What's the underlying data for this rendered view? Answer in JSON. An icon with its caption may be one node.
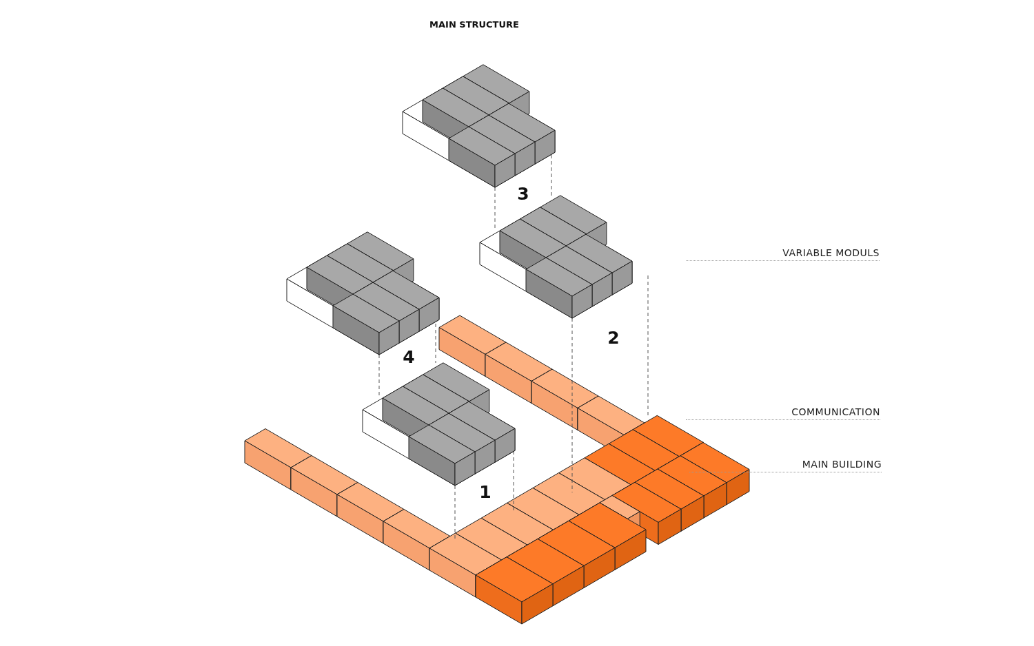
{
  "diagram": {
    "title": "MAIN STRUCTURE",
    "labels": [
      "3",
      "VARIABLE MODULS",
      "2",
      "4",
      "1",
      "COMMUNICATION",
      "MAIN BUILDING"
    ]
  }
}
